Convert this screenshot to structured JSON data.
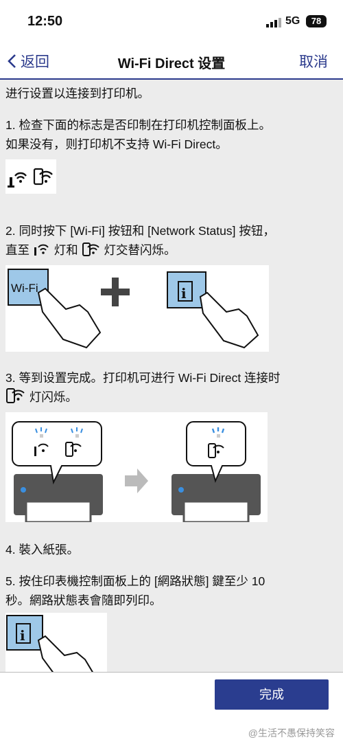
{
  "status_bar": {
    "time": "12:50",
    "network": "5G",
    "battery": "78"
  },
  "nav": {
    "back_label": "返回",
    "title": "Wi-Fi Direct 设置",
    "cancel_label": "取消"
  },
  "intro": "进行设置以连接到打印机。",
  "step1": {
    "line1": "1. 检查下面的标志是否印制在打印机控制面板上。",
    "line2": "如果没有，则打印机不支持 Wi-Fi Direct。"
  },
  "step2": {
    "line1": "2. 同时按下 [Wi-Fi] 按钮和 [Network Status] 按钮，",
    "line2_a": "直至",
    "line2_b": "灯和",
    "line2_c": "灯交替闪烁。",
    "wifi_button": "Wi-Fi"
  },
  "step3": {
    "line1": "3. 等到设置完成。打印机可进行 Wi-Fi Direct 连接时",
    "line2": "灯闪烁。"
  },
  "step4": "4. 裝入紙張。",
  "step5": {
    "line1": "5. 按住印表機控制面板上的 [網路狀態] 鍵至少 10",
    "line2": "秒。網路狀態表會隨即列印。"
  },
  "footer": {
    "done_label": "完成",
    "watermark": "@生活不愚保持笑容"
  },
  "colors": {
    "accent": "#2b3a8c",
    "button_bg": "#2a3d8f",
    "key_blue": "#9ec8e8"
  }
}
